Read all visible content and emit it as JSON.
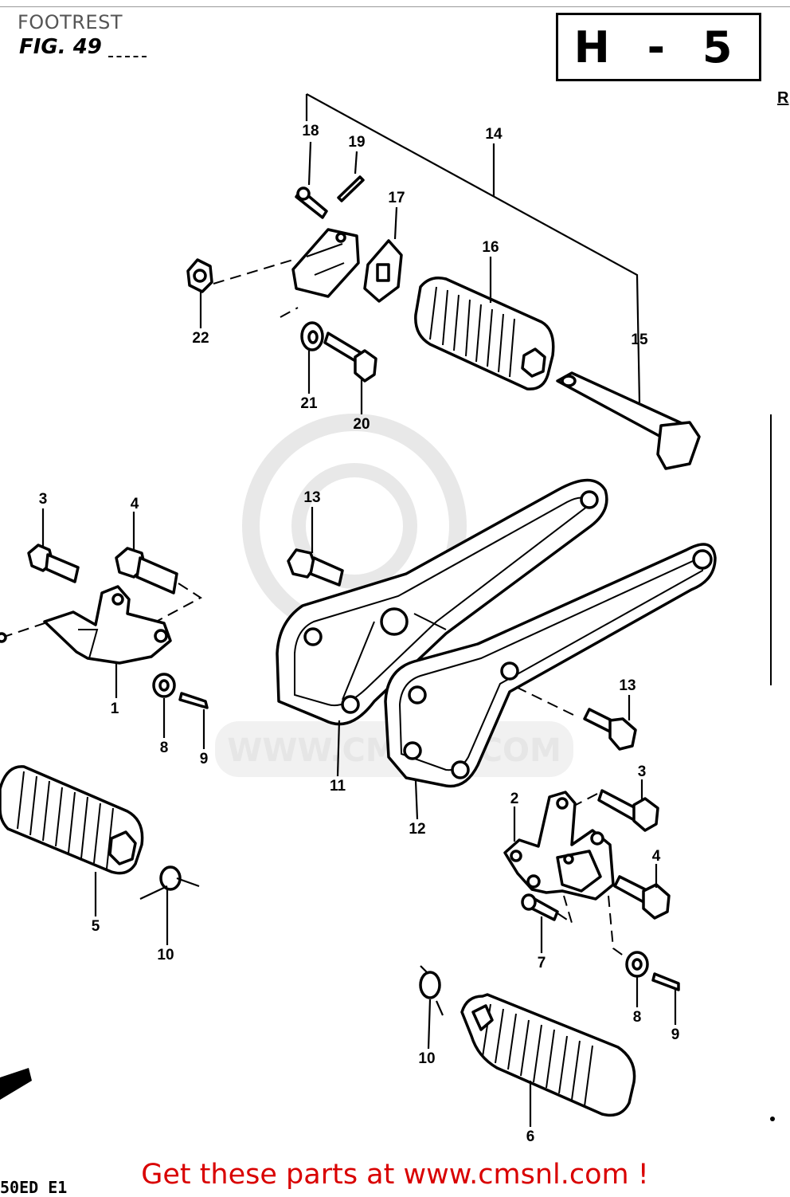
{
  "header": {
    "title": "FOOTREST",
    "figure": "FIG. 49",
    "page_code": "H - 5",
    "corner_mark": "R"
  },
  "footer": {
    "model_code": "50ED E1",
    "promo": "Get these parts at www.cmsnl.com !"
  },
  "watermark": {
    "site": "WWW.CMSNL.COM"
  },
  "callouts": {
    "c1": "1",
    "c2": "2",
    "c3a": "3",
    "c3b": "3",
    "c4a": "4",
    "c4b": "4",
    "c5": "5",
    "c6": "6",
    "c7": "7",
    "c8a": "8",
    "c8b": "8",
    "c9a": "9",
    "c9b": "9",
    "c10a": "10",
    "c10b": "10",
    "c11": "11",
    "c12": "12",
    "c13a": "13",
    "c13b": "13",
    "c14": "14",
    "c15": "15",
    "c16": "16",
    "c17": "17",
    "c18": "18",
    "c19": "19",
    "c20": "20",
    "c21": "21",
    "c22": "22"
  },
  "colors": {
    "promo_text": "#d90000",
    "line_art": "#000000",
    "watermark": "#e4e4e4"
  }
}
